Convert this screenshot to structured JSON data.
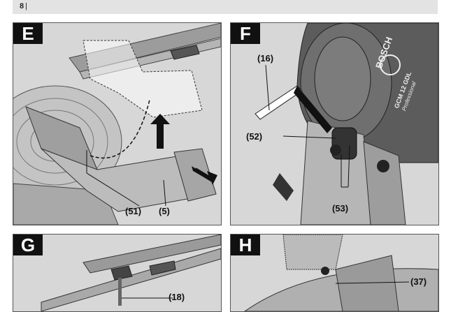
{
  "page": {
    "number": "8",
    "separator": "|"
  },
  "panels": [
    {
      "letter": "E",
      "callouts": [
        "(51)",
        "(5)"
      ]
    },
    {
      "letter": "F",
      "callouts": [
        "(16)",
        "(52)",
        "(53)"
      ],
      "motor_text": [
        "BOSCH",
        "GCM 12 GDL",
        "Professional"
      ]
    },
    {
      "letter": "G",
      "callouts": [
        "(18)"
      ]
    },
    {
      "letter": "H",
      "callouts": [
        "(37)"
      ]
    }
  ]
}
